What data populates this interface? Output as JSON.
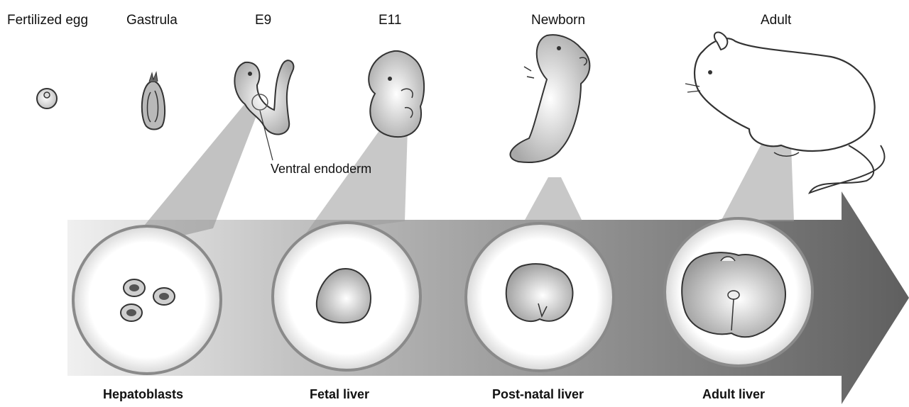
{
  "stages": [
    {
      "label": "Fertilized egg",
      "icon": "fertilized-egg-icon"
    },
    {
      "label": "Gastrula",
      "icon": "gastrula-icon"
    },
    {
      "label": "E9",
      "icon": "e9-embryo-icon"
    },
    {
      "label": "E11",
      "icon": "e11-embryo-icon"
    },
    {
      "label": "Newborn",
      "icon": "newborn-mouse-icon"
    },
    {
      "label": "Adult",
      "icon": "adult-mouse-icon"
    }
  ],
  "callout": {
    "label": "Ventral endoderm"
  },
  "liver_stages": [
    {
      "label": "Hepatoblasts",
      "icon": "hepatoblast-cells-icon"
    },
    {
      "label": "Fetal liver",
      "icon": "fetal-liver-icon"
    },
    {
      "label": "Post-natal liver",
      "icon": "postnatal-liver-icon"
    },
    {
      "label": "Adult liver",
      "icon": "adult-liver-icon"
    }
  ],
  "colors": {
    "arrow_dark": "#6b6b6b",
    "arrow_light": "#e6e6e6",
    "cone": "#9a9a9a",
    "circle_ring": "#8a8a8a",
    "organ_fill": "#cfcfcf",
    "organ_stroke": "#3a3a3a"
  }
}
